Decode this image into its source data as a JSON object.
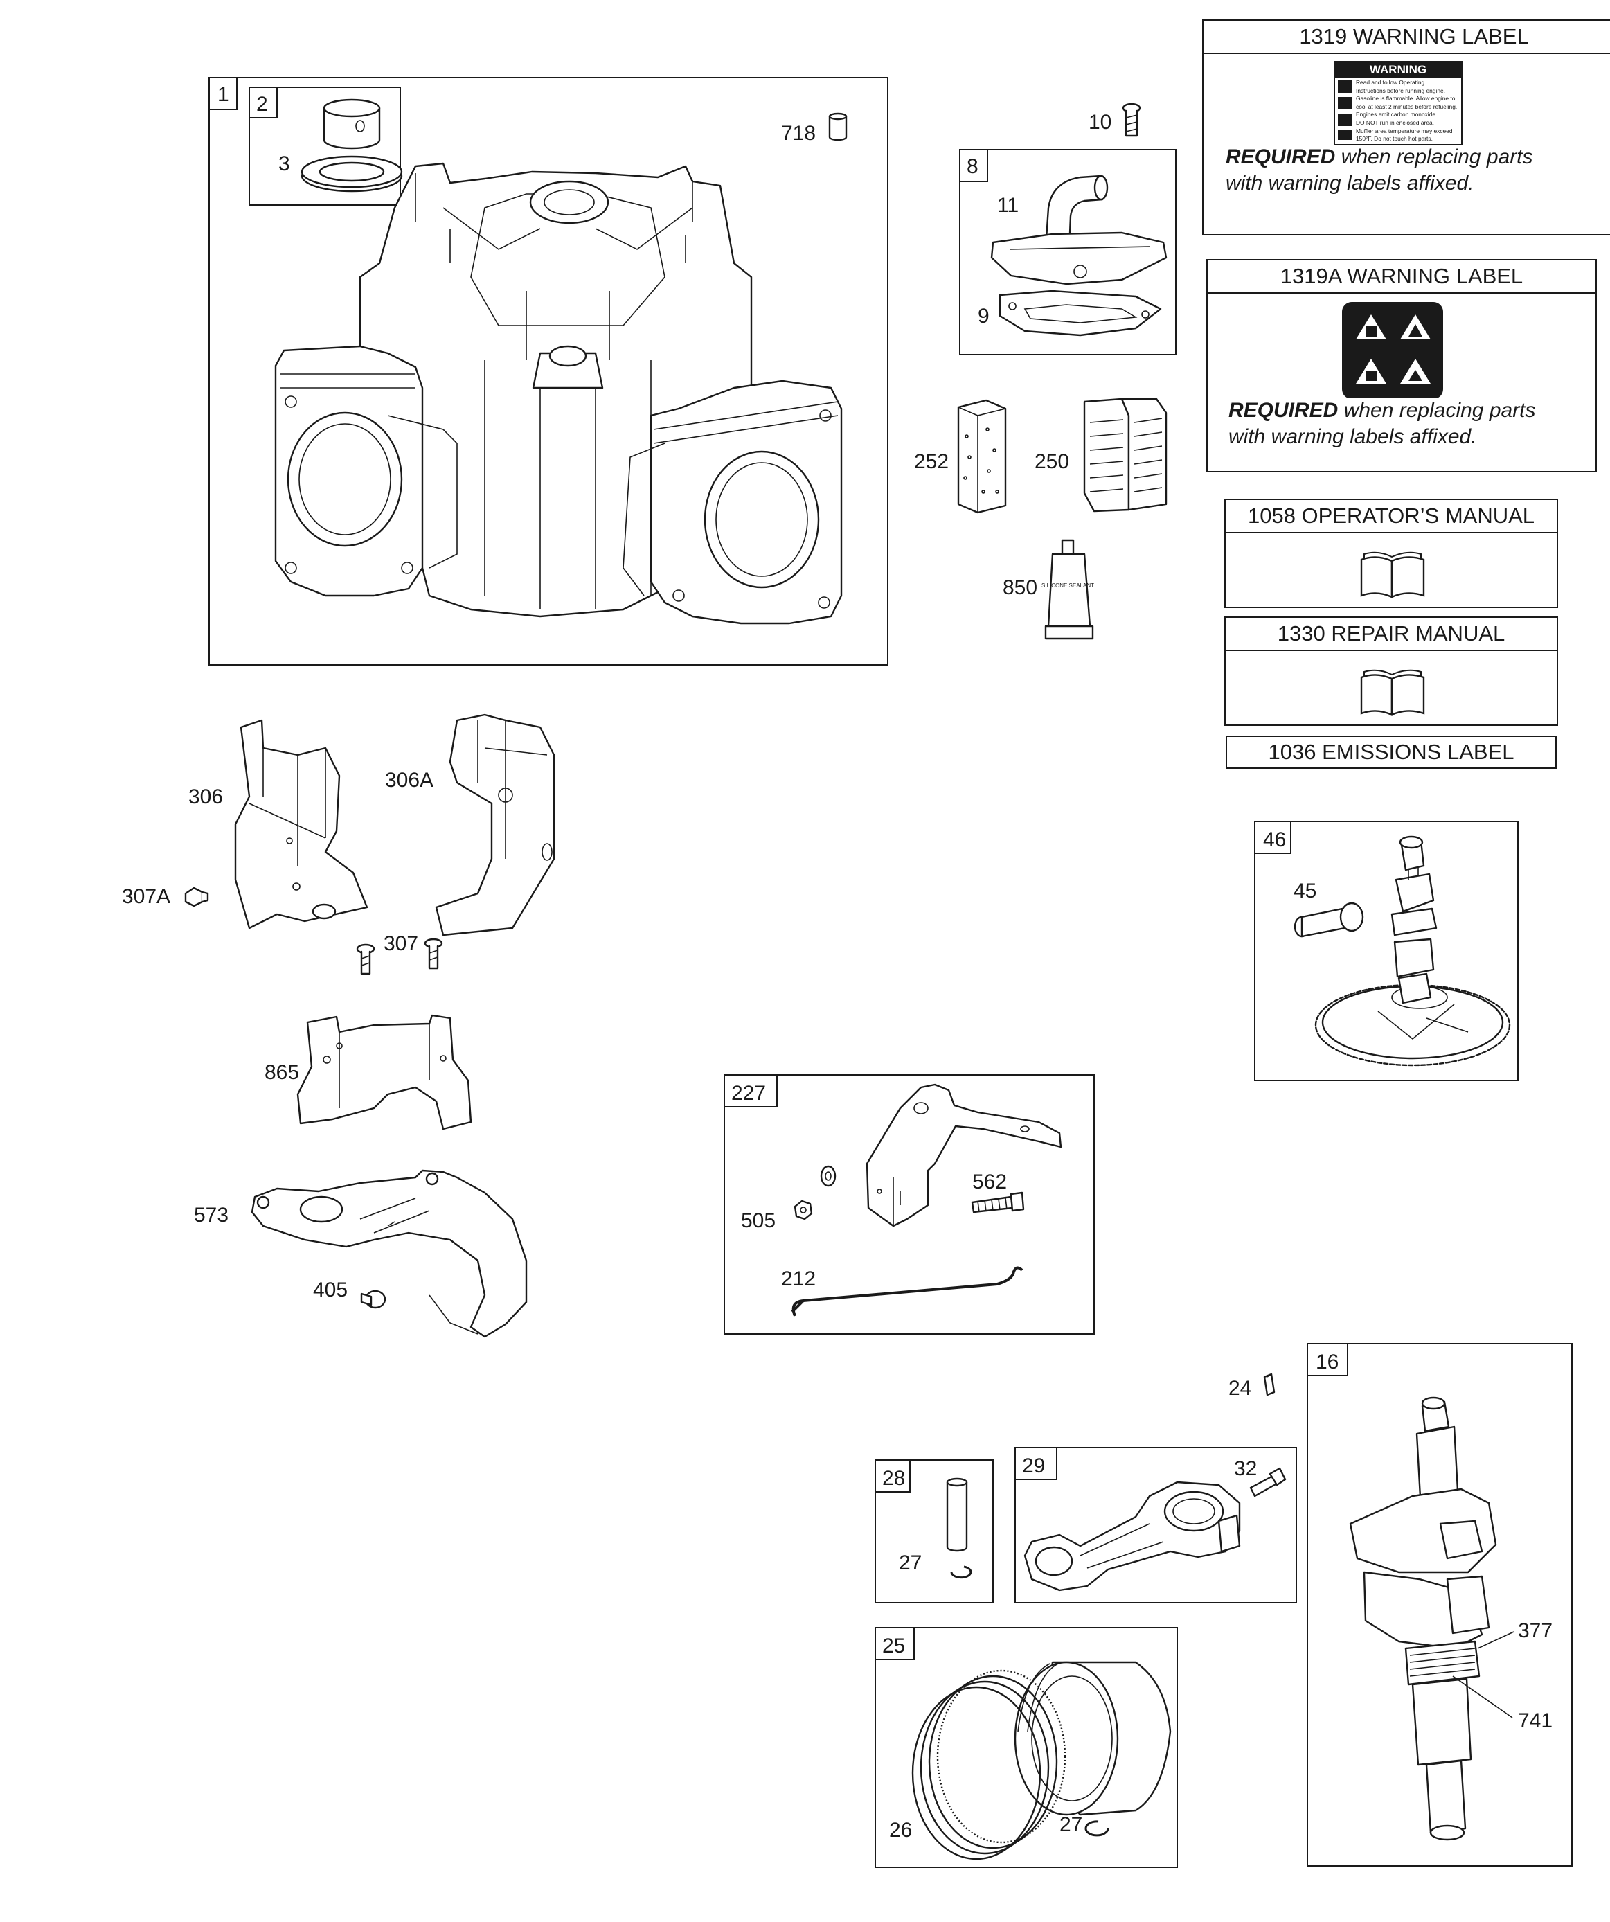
{
  "info": {
    "warning_1319": {
      "title": "1319 WARNING LABEL",
      "decal_title": "WARNING",
      "decal_lines": [
        "Read and follow Operating",
        "Instructions before running engine.",
        "Gasoline is flammable. Allow engine to",
        "cool at least 2 minutes before refueling.",
        "Engines emit carbon monoxide.",
        "DO NOT run in enclosed area.",
        "Muffler area temperature may exceed",
        "150°F. Do not touch hot parts."
      ],
      "required_bold": "REQUIRED",
      "required_rest": " when replacing parts",
      "required_line2": "with warning labels affixed."
    },
    "warning_1319a": {
      "title": "1319A WARNING LABEL",
      "required_bold": "REQUIRED",
      "required_rest": " when replacing parts",
      "required_line2": "with warning labels affixed."
    },
    "operators_manual": "1058 OPERATOR’S MANUAL",
    "repair_manual": "1330 REPAIR MANUAL",
    "emissions_label": "1036 EMISSIONS LABEL",
    "sealant_text": "SILICONE SEALANT"
  },
  "callouts": {
    "c1": "1",
    "c2": "2",
    "c3": "3",
    "c718": "718",
    "c10": "10",
    "c8": "8",
    "c11": "11",
    "c9": "9",
    "c252": "252",
    "c250": "250",
    "c850": "850",
    "c306": "306",
    "c306a": "306A",
    "c307a": "307A",
    "c307": "307",
    "c865": "865",
    "c573": "573",
    "c405": "405",
    "c227": "227",
    "c505": "505",
    "c562": "562",
    "c212": "212",
    "c46": "46",
    "c45": "45",
    "c24": "24",
    "c16": "16",
    "c28": "28",
    "c27a": "27",
    "c29": "29",
    "c32": "32",
    "c25": "25",
    "c26": "26",
    "c27b": "27",
    "c377": "377",
    "c741": "741"
  }
}
